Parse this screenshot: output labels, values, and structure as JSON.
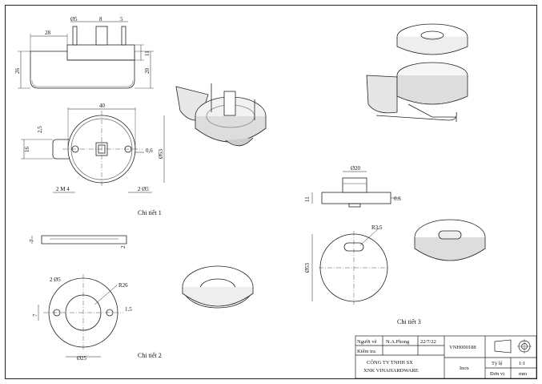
{
  "drawing": {
    "labels": {
      "part1": "Chi tiết 1",
      "part2": "Chi tiết 2",
      "part3": "Chi tiết 3"
    },
    "dims_part1": {
      "d_5a": "Ø5",
      "d_8": "8",
      "d_5b": "5",
      "d_28": "28",
      "d_11": "11",
      "d_26": "26",
      "d_20": "20",
      "d_40": "40",
      "d_2_5": "2,5",
      "d_16": "16",
      "d_0_6": "0,6",
      "d_53": "Ø53",
      "d_2m4": "2 M 4",
      "d_2o5": "2 Ø5"
    },
    "dims_part2": {
      "d_7a": "7",
      "d_2": "2",
      "d_2o5": "2 Ø5",
      "d_r26": "R26",
      "d_7b": "7",
      "d_1_5": "1.5",
      "d_25": "Ø25"
    },
    "dims_part3": {
      "d_20": "Ø20",
      "d_11": "11",
      "d_0_6": "0.6",
      "d_r3_5": "R3.5",
      "d_53": "Ø53"
    },
    "title_block": {
      "drawn_by_label": "Người vẽ",
      "drawn_by": "N.A.Phong",
      "date": "22/7/22",
      "checked_label": "Kiểm tra",
      "company_line1": "CÔNG TY TNHH SX",
      "company_line2": "XNK VINAHARDWARE",
      "code": "VNH000188",
      "material": "Inox",
      "scale_label": "Tỷ lệ",
      "scale": "1:1",
      "unit_label": "Đơn vị",
      "unit": "mm"
    }
  }
}
